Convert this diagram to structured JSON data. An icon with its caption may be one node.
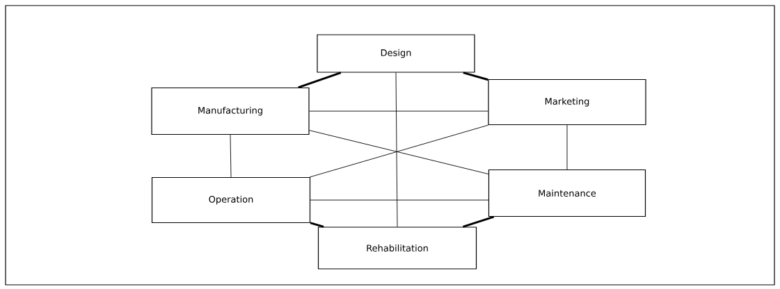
{
  "diagram": {
    "nodes": [
      {
        "text": [
          "Design"
        ]
      },
      {
        "text": [
          "Manufacturing"
        ]
      },
      {
        "text": [
          "Marketing"
        ]
      },
      {
        "text": [
          "Operation"
        ]
      },
      {
        "text": [
          "Maintenance"
        ]
      },
      {
        "text": [
          "Rehabilitation"
        ]
      }
    ],
    "edges": [
      {
        "from": 0,
        "to": 1,
        "arrow": "none",
        "style": "thick"
      },
      {
        "from": 0,
        "to": 2,
        "arrow": "none",
        "style": "thick"
      },
      {
        "from": 1,
        "to": 2,
        "arrow": "none"
      },
      {
        "from": 0,
        "to": 5,
        "arrow": "none"
      },
      {
        "from": 1,
        "to": 4,
        "arrow": "none"
      },
      {
        "from": 2,
        "to": 3,
        "arrow": "none"
      },
      {
        "from": 1,
        "to": 3,
        "arrow": "none"
      },
      {
        "from": 2,
        "to": 4,
        "arrow": "none"
      },
      {
        "from": 3,
        "to": 4,
        "arrow": "none"
      },
      {
        "from": 3,
        "to": 5,
        "arrow": "none",
        "style": "thick"
      },
      {
        "from": 4,
        "to": 5,
        "arrow": "none",
        "style": "thick"
      }
    ]
  }
}
